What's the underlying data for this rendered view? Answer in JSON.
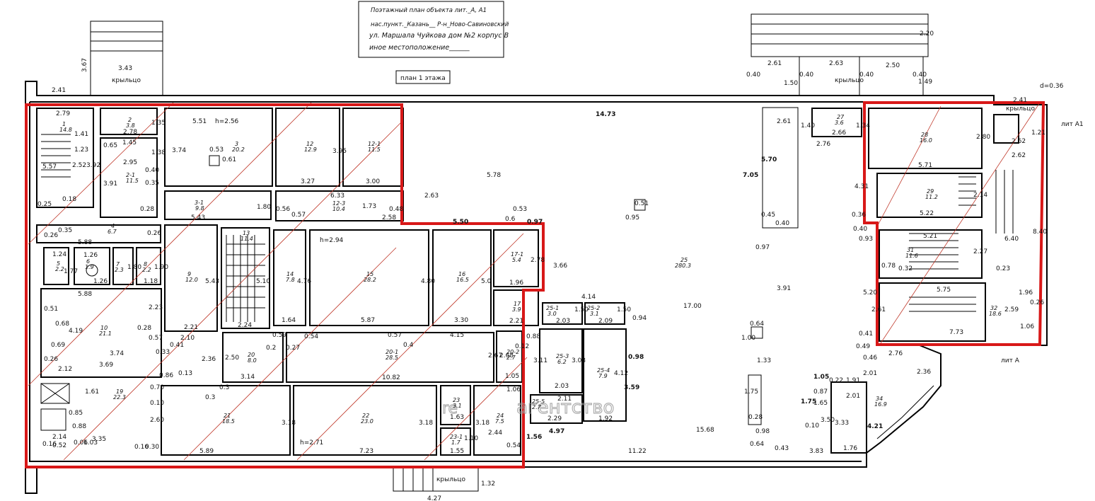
{
  "title_block": {
    "line1": "Поэтажный план объекта лит._А, А1",
    "line2": "нас.пункт._Казань__ Р-н_Ново-Савиновский",
    "line3": "ул. Маршала Чуйкова    дом №2 корпус В",
    "line4": "иное местоположение______"
  },
  "floor_label": "план 1 этажа",
  "lit_a1": "лит А1",
  "lit_a": "лит А",
  "porch": "крыльцо",
  "d_note": "d=0.36",
  "watermark": "агентство",
  "rooms": [
    {
      "num": "1",
      "area": "14.8"
    },
    {
      "num": "2",
      "area": "3.8"
    },
    {
      "num": "2-1",
      "area": "11.5"
    },
    {
      "num": "3",
      "area": "20.2"
    },
    {
      "num": "3-1",
      "area": "9.8"
    },
    {
      "num": "4",
      "area": "6.7"
    },
    {
      "num": "5",
      "area": "2.2"
    },
    {
      "num": "6",
      "area": "1.9"
    },
    {
      "num": "7",
      "area": "2.3"
    },
    {
      "num": "8",
      "area": "2.2"
    },
    {
      "num": "9",
      "area": "12.0"
    },
    {
      "num": "10",
      "area": "21.1"
    },
    {
      "num": "12",
      "area": "12.9"
    },
    {
      "num": "12-1",
      "area": "11.5"
    },
    {
      "num": "12-3",
      "area": "10.4"
    },
    {
      "num": "13",
      "area": "11.4"
    },
    {
      "num": "14",
      "area": "7.8"
    },
    {
      "num": "15",
      "area": "28.2"
    },
    {
      "num": "16",
      "area": "16.5"
    },
    {
      "num": "17",
      "area": "3.9"
    },
    {
      "num": "17-1",
      "area": "5.4"
    },
    {
      "num": "19",
      "area": "22.3"
    },
    {
      "num": "20",
      "area": "8.0"
    },
    {
      "num": "20-1",
      "area": "28.5"
    },
    {
      "num": "20-2",
      "area": "2.7"
    },
    {
      "num": "21",
      "area": "18.5"
    },
    {
      "num": "22",
      "area": "23.0"
    },
    {
      "num": "23",
      "area": "3.1"
    },
    {
      "num": "23-1",
      "area": "1.7"
    },
    {
      "num": "24",
      "area": "7.5"
    },
    {
      "num": "25",
      "area": "280.3"
    },
    {
      "num": "25-1",
      "area": "3.0"
    },
    {
      "num": "25-2",
      "area": "3.1"
    },
    {
      "num": "25-3",
      "area": "6.2"
    },
    {
      "num": "25-4",
      "area": "7.9"
    },
    {
      "num": "25-5",
      "area": "2.7"
    },
    {
      "num": "27",
      "area": "3.6"
    },
    {
      "num": "28",
      "area": "16.0"
    },
    {
      "num": "29",
      "area": "11.2"
    },
    {
      "num": "31",
      "area": "11.6"
    },
    {
      "num": "32",
      "area": "18.6"
    },
    {
      "num": "34",
      "area": "16.9"
    }
  ],
  "dims": {
    "d367": "3.67",
    "d343": "3.43",
    "d241": "2.41",
    "d279": "2.79",
    "d141": "1.41",
    "d123": "1.23",
    "d252": "2.52",
    "d392": "3.92",
    "d557": "5.57",
    "d025": "0.25",
    "d018": "0.18",
    "d278": "2.78",
    "d145": "1.45",
    "d065": "0.65",
    "d135": "1.35",
    "d138": "1.38",
    "d295": "2.95",
    "d391": "3.91",
    "d040": "0.40",
    "d035": "0.35",
    "d028": "0.28",
    "d551": "5.51",
    "h256": "h=2.56",
    "d053": "0.53",
    "d061": "0.61",
    "d374": "3.74",
    "d327": "3.27",
    "d395": "3.95",
    "d300": "3.00",
    "d633": "6.33",
    "d180": "1.80",
    "d543": "5.43",
    "d056": "0.56",
    "d057": "0.57",
    "d173": "1.73",
    "d258": "2.58",
    "d048": "0.48",
    "d263": "2.63",
    "d578": "5.78",
    "d1473": "14.73",
    "d550": "5.50",
    "d097": "0.97",
    "d06": "0.6",
    "d588": "5.88",
    "d026": "0.26",
    "d124": "1.24",
    "d126": "1.26",
    "d177": "1.77",
    "d118": "1.18",
    "d190": "1.90",
    "d051": "0.51",
    "d068": "0.68",
    "d419": "4.19",
    "d069": "0.69",
    "d212": "2.12",
    "d223": "2.23",
    "d221": "2.21",
    "d210": "2.10",
    "d236": "2.36",
    "d041": "0.41",
    "d033": "0.33",
    "d369": "3.69",
    "d161": "1.61",
    "d335": "3.35",
    "d086": "0.86",
    "d013": "0.13",
    "d070": "0.70",
    "d010": "0.10",
    "d260": "2.60",
    "d016": "0.16",
    "d030": "0.30",
    "d085": "0.85",
    "d088": "0.88",
    "d214": "2.14",
    "d052": "0.52",
    "d103": "1.03",
    "d006": "0.06",
    "d510": "5.10",
    "d476": "4.76",
    "d164": "1.64",
    "d224": "2.24",
    "d059": "0.59",
    "d054": "0.54",
    "h294": "h=2.94",
    "d480": "4.80",
    "d587": "5.87",
    "d50": "5.0",
    "d330": "3.30",
    "d196": "1.96",
    "d366": "3.66",
    "d02": "0.2",
    "d027": "0.27",
    "d250": "2.50",
    "d314": "3.14",
    "d04": "0.4",
    "d415": "4.15",
    "d267": "2.67",
    "d268": "2.68",
    "d012": "0.12",
    "d105": "1.05",
    "d1082": "10.82",
    "d03": "0.3",
    "d589": "5.89",
    "d318": "3.18",
    "h271": "h=2.71",
    "d723": "7.23",
    "d163": "1.63",
    "d110": "1.10",
    "d155": "1.55",
    "d244": "2.44",
    "d106": "1.06",
    "d015": "0.15",
    "d414": "4.14",
    "d203": "2.03",
    "d150": "1.50",
    "d209": "2.09",
    "d094": "0.94",
    "d311": "3.11",
    "d303": "3.03",
    "d412": "4.12",
    "d359": "3.59",
    "d098": "0.98",
    "d211": "2.11",
    "d229": "2.29",
    "d192": "1.92",
    "d497": "4.97",
    "d156": "1.56",
    "d1122": "11.22",
    "d095": "0.95",
    "d051b": "0.51",
    "d1700": "17.00",
    "d064": "0.64",
    "d100": "1.00",
    "d133": "1.33",
    "d175": "1.75",
    "d028b": "0.28",
    "d1568": "15.68",
    "d043": "0.43",
    "d383": "3.83",
    "d705": "7.05",
    "d570": "5.70",
    "d261": "2.61",
    "d140": "1.40",
    "d045": "0.45",
    "d266": "2.66",
    "d276": "2.76",
    "d134": "1.34",
    "d263b": "2.63",
    "d250b": "2.50",
    "d220": "2.20",
    "d149": "1.49",
    "d087": "0.87",
    "d165": "1.65",
    "d350": "3.50",
    "d333": "3.33",
    "d176": "1.76",
    "d201": "2.01",
    "d191": "1.91",
    "d022": "0.22",
    "d421": "4.21",
    "d431": "4.31",
    "d036": "0.36",
    "d093": "0.93",
    "d078": "0.78",
    "d032": "0.32",
    "d520": "5.20",
    "d046": "0.46",
    "d049": "0.49",
    "d571": "5.71",
    "d522": "5.22",
    "d521": "5.21",
    "d227": "2.27",
    "d575": "5.75",
    "d773": "7.73",
    "d214b": "2.14",
    "d280": "2.80",
    "d262": "2.62",
    "d121": "1.21",
    "d640": "6.40",
    "d840": "8.40",
    "d023": "0.23",
    "d259": "2.59",
    "d196b": "1.96",
    "d132": "1.32",
    "d427": "4.27"
  }
}
